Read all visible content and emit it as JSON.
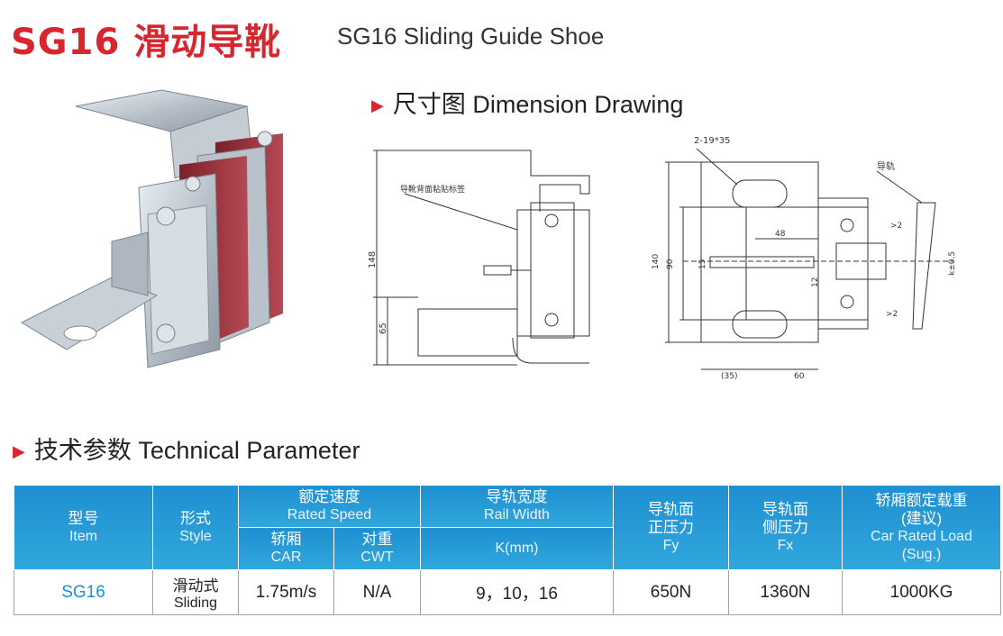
{
  "header": {
    "title": "SG16 滑动导靴",
    "subtitle": "SG16 Sliding Guide Shoe"
  },
  "sections": {
    "dimension": "尺寸图 Dimension Drawing",
    "technical": "技术参数 Technical Parameter"
  },
  "drawing_labels": {
    "left_note": "导靴背面粘贴标签",
    "left_148": "148",
    "left_65": "65",
    "right_holes": "2-19*35",
    "right_rail": "导轨",
    "right_48": "48",
    "right_140": "140",
    "right_90": "90",
    "right_15": "15",
    "right_12": "12",
    "right_35": "(35)",
    "right_60": "60",
    "right_gt2_top": ">2",
    "right_gt2_bottom": ">2",
    "right_k": "k±0.5"
  },
  "table": {
    "headers": {
      "item_zh": "型号",
      "item_en": "Item",
      "style_zh": "形式",
      "style_en": "Style",
      "speed_zh": "额定速度",
      "speed_en": "Rated Speed",
      "car_zh": "轿厢",
      "car_en": "CAR",
      "cwt_zh": "对重",
      "cwt_en": "CWT",
      "rail_zh": "导轨宽度",
      "rail_en": "Rail Width",
      "k": "K(mm)",
      "fy_zh1": "导轨面",
      "fy_zh2": "正压力",
      "fy_en": "Fy",
      "fx_zh1": "导轨面",
      "fx_zh2": "侧压力",
      "fx_en": "Fx",
      "load_zh1": "轿厢额定载重",
      "load_zh2": "(建议)",
      "load_en1": "Car Rated Load",
      "load_en2": "(Sug.)"
    },
    "row": {
      "item": "SG16",
      "style_zh": "滑动式",
      "style_en": "Sliding",
      "car": "1.75m/s",
      "cwt": "N/A",
      "rail": "9，10，16",
      "fy": "650N",
      "fx": "1360N",
      "load": "1000KG"
    }
  },
  "colors": {
    "accent": "#d8262f",
    "table_header": "#2a9bd6"
  }
}
